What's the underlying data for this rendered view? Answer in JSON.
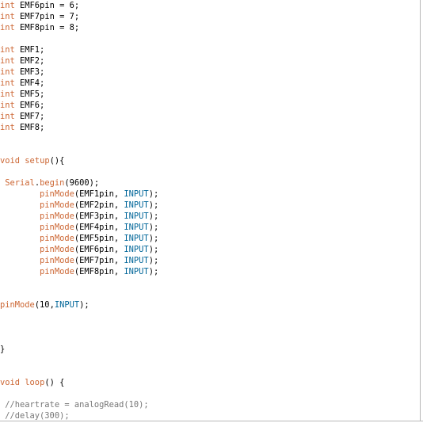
{
  "editor": {
    "colors": {
      "keyword": "#cc6633",
      "function": "#cc6633",
      "constant": "#006699",
      "comment": "#777777",
      "text": "#000000",
      "background": "#ffffff"
    },
    "lines": [
      [
        {
          "t": "int",
          "c": "kw"
        },
        {
          "t": " EMF6pin = 6;",
          "c": "plain"
        }
      ],
      [
        {
          "t": "int",
          "c": "kw"
        },
        {
          "t": " EMF7pin = 7;",
          "c": "plain"
        }
      ],
      [
        {
          "t": "int",
          "c": "kw"
        },
        {
          "t": " EMF8pin = 8;",
          "c": "plain"
        }
      ],
      [],
      [
        {
          "t": "int",
          "c": "kw"
        },
        {
          "t": " EMF1;",
          "c": "plain"
        }
      ],
      [
        {
          "t": "int",
          "c": "kw"
        },
        {
          "t": " EMF2;",
          "c": "plain"
        }
      ],
      [
        {
          "t": "int",
          "c": "kw"
        },
        {
          "t": " EMF3;",
          "c": "plain"
        }
      ],
      [
        {
          "t": "int",
          "c": "kw"
        },
        {
          "t": " EMF4;",
          "c": "plain"
        }
      ],
      [
        {
          "t": "int",
          "c": "kw"
        },
        {
          "t": " EMF5;",
          "c": "plain"
        }
      ],
      [
        {
          "t": "int",
          "c": "kw"
        },
        {
          "t": " EMF6;",
          "c": "plain"
        }
      ],
      [
        {
          "t": "int",
          "c": "kw"
        },
        {
          "t": " EMF7;",
          "c": "plain"
        }
      ],
      [
        {
          "t": "int",
          "c": "kw"
        },
        {
          "t": " EMF8;",
          "c": "plain"
        }
      ],
      [],
      [],
      [
        {
          "t": "void",
          "c": "kw"
        },
        {
          "t": " ",
          "c": "plain"
        },
        {
          "t": "setup",
          "c": "fn"
        },
        {
          "t": "(){",
          "c": "plain"
        }
      ],
      [],
      [
        {
          "t": " ",
          "c": "plain"
        },
        {
          "t": "Serial",
          "c": "fn"
        },
        {
          "t": ".",
          "c": "plain"
        },
        {
          "t": "begin",
          "c": "fn"
        },
        {
          "t": "(9600);",
          "c": "plain"
        }
      ],
      [
        {
          "t": "        ",
          "c": "plain"
        },
        {
          "t": "pinMode",
          "c": "fn"
        },
        {
          "t": "(EMF1pin, ",
          "c": "plain"
        },
        {
          "t": "INPUT",
          "c": "const"
        },
        {
          "t": ");",
          "c": "plain"
        }
      ],
      [
        {
          "t": "        ",
          "c": "plain"
        },
        {
          "t": "pinMode",
          "c": "fn"
        },
        {
          "t": "(EMF2pin, ",
          "c": "plain"
        },
        {
          "t": "INPUT",
          "c": "const"
        },
        {
          "t": ");",
          "c": "plain"
        }
      ],
      [
        {
          "t": "        ",
          "c": "plain"
        },
        {
          "t": "pinMode",
          "c": "fn"
        },
        {
          "t": "(EMF3pin, ",
          "c": "plain"
        },
        {
          "t": "INPUT",
          "c": "const"
        },
        {
          "t": ");",
          "c": "plain"
        }
      ],
      [
        {
          "t": "        ",
          "c": "plain"
        },
        {
          "t": "pinMode",
          "c": "fn"
        },
        {
          "t": "(EMF4pin, ",
          "c": "plain"
        },
        {
          "t": "INPUT",
          "c": "const"
        },
        {
          "t": ");",
          "c": "plain"
        }
      ],
      [
        {
          "t": "        ",
          "c": "plain"
        },
        {
          "t": "pinMode",
          "c": "fn"
        },
        {
          "t": "(EMF5pin, ",
          "c": "plain"
        },
        {
          "t": "INPUT",
          "c": "const"
        },
        {
          "t": ");",
          "c": "plain"
        }
      ],
      [
        {
          "t": "        ",
          "c": "plain"
        },
        {
          "t": "pinMode",
          "c": "fn"
        },
        {
          "t": "(EMF6pin, ",
          "c": "plain"
        },
        {
          "t": "INPUT",
          "c": "const"
        },
        {
          "t": ");",
          "c": "plain"
        }
      ],
      [
        {
          "t": "        ",
          "c": "plain"
        },
        {
          "t": "pinMode",
          "c": "fn"
        },
        {
          "t": "(EMF7pin, ",
          "c": "plain"
        },
        {
          "t": "INPUT",
          "c": "const"
        },
        {
          "t": ");",
          "c": "plain"
        }
      ],
      [
        {
          "t": "        ",
          "c": "plain"
        },
        {
          "t": "pinMode",
          "c": "fn"
        },
        {
          "t": "(EMF8pin, ",
          "c": "plain"
        },
        {
          "t": "INPUT",
          "c": "const"
        },
        {
          "t": ");",
          "c": "plain"
        }
      ],
      [],
      [],
      [
        {
          "t": "pinMode",
          "c": "fn"
        },
        {
          "t": "(10,",
          "c": "plain"
        },
        {
          "t": "INPUT",
          "c": "const"
        },
        {
          "t": ");",
          "c": "plain"
        }
      ],
      [],
      [],
      [],
      [
        {
          "t": "}",
          "c": "plain"
        }
      ],
      [],
      [],
      [
        {
          "t": "void",
          "c": "kw"
        },
        {
          "t": " ",
          "c": "plain"
        },
        {
          "t": "loop",
          "c": "fn"
        },
        {
          "t": "() {",
          "c": "plain"
        }
      ],
      [],
      [
        {
          "t": " //heartrate = analogRead(10);",
          "c": "cm"
        }
      ],
      [
        {
          "t": " //delay(300);",
          "c": "cm"
        }
      ]
    ]
  }
}
